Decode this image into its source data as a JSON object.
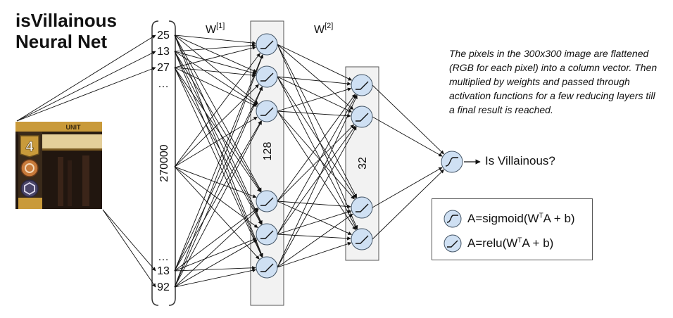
{
  "title": [
    "isVillainous",
    "Neural Net"
  ],
  "description": "The pixels in the 300x300 image are flattened (RGB for each pixel) into a column vector. Then multiplied by weights and passed through activation functions for a few reducing layers till a final result is reached.",
  "input_column": {
    "values_top": [
      "25",
      "13",
      "27"
    ],
    "values_bottom": [
      "13",
      "92"
    ],
    "ellipsis": "…",
    "size": "270000"
  },
  "weights": {
    "w1": "W",
    "w1_sup": "[1]",
    "w2": "W",
    "w2_sup": "[2]"
  },
  "hidden1": {
    "size": "128"
  },
  "hidden2": {
    "size": "32"
  },
  "output": {
    "label": "Is Villainous?"
  },
  "legend": {
    "sigmoid_pre": "A=sigmoid(W",
    "sigmoid_sup": "T",
    "sigmoid_post": "A + b)",
    "relu_pre": "A=relu(W",
    "relu_sup": "T",
    "relu_post": "A + b)"
  },
  "card": {
    "banner": "UNIT",
    "cost": "4"
  },
  "icons": {
    "sigmoid": "sigmoid-icon",
    "relu": "relu-icon"
  },
  "colors": {
    "node_fill": "#cfe0f3",
    "node_stroke": "#445566",
    "layer_fill": "#f2f2f2",
    "card_gold": "#c99a3a"
  }
}
